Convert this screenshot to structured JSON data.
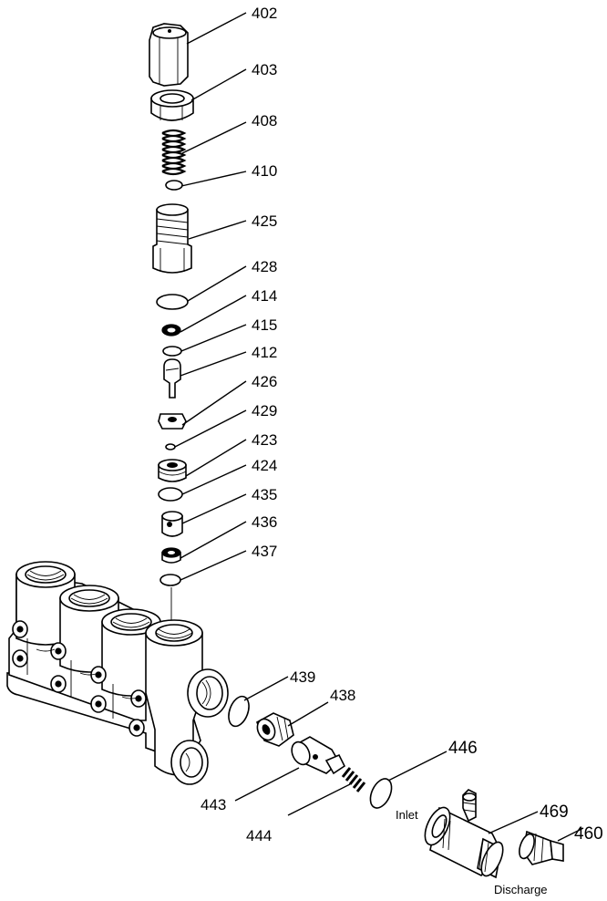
{
  "labels": {
    "p402": "402",
    "p403": "403",
    "p408": "408",
    "p410": "410",
    "p425": "425",
    "p428": "428",
    "p414": "414",
    "p415": "415",
    "p412": "412",
    "p426": "426",
    "p429": "429",
    "p423": "423",
    "p424": "424",
    "p435": "435",
    "p436": "436",
    "p437": "437",
    "p439": "439",
    "p438": "438",
    "p443": "443",
    "p444": "444",
    "p446": "446",
    "p469": "469",
    "p460": "460",
    "inlet": "Inlet",
    "discharge": "Discharge"
  }
}
